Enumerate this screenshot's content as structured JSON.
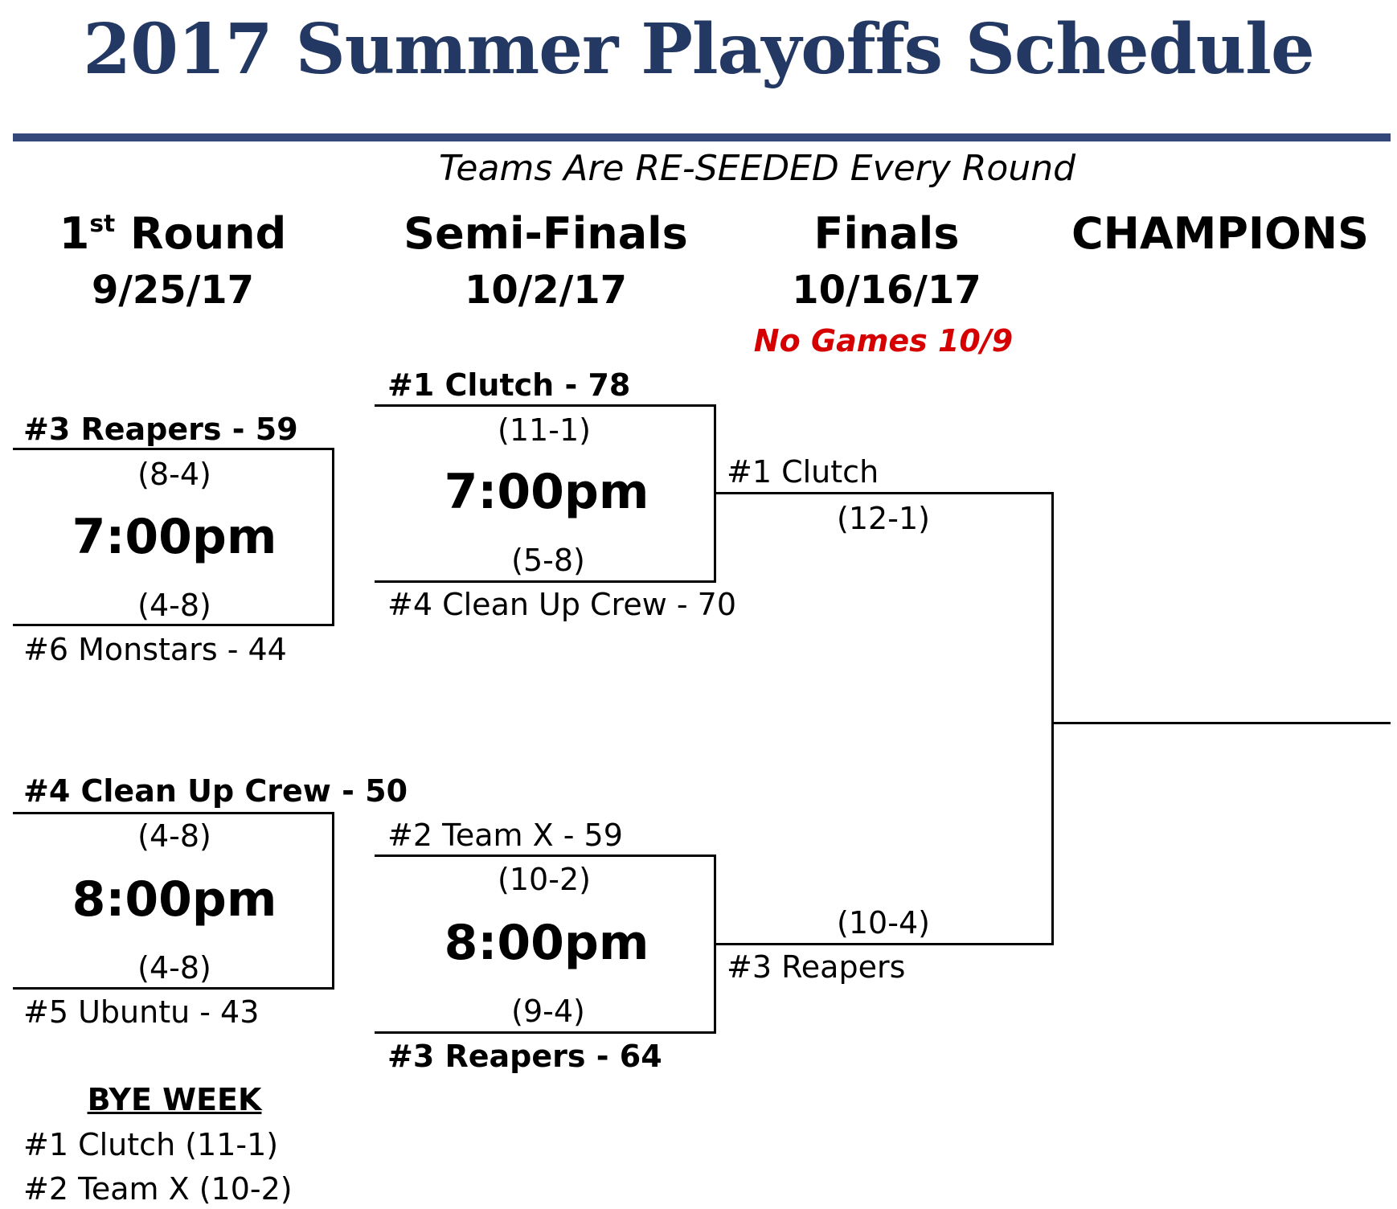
{
  "title": "2017 Summer Playoffs Schedule",
  "subtitle": "Teams Are RE-SEEDED Every Round",
  "rounds": [
    {
      "label_main": "1",
      "label_sup": "st",
      "label_rest": " Round",
      "date": "9/25/17"
    },
    {
      "label": "Semi-Finals",
      "date": "10/2/17"
    },
    {
      "label": "Finals",
      "date": "10/16/17",
      "note": "No Games 10/9"
    },
    {
      "label": "CHAMPIONS"
    }
  ],
  "colors": {
    "title": "#233862",
    "rule": "#34497a",
    "note": "#d60000"
  },
  "first_round": [
    {
      "top_team": "#3 Reapers - 59",
      "top_record": "(8-4)",
      "time": "7:00pm",
      "bottom_record": "(4-8)",
      "bottom_team": "#6 Monstars - 44"
    },
    {
      "top_team": "#4 Clean Up Crew - 50",
      "top_record": "(4-8)",
      "time": "8:00pm",
      "bottom_record": "(4-8)",
      "bottom_team": "#5 Ubuntu - 43"
    }
  ],
  "bye_week": {
    "label": "BYE WEEK",
    "teams": [
      "#1 Clutch (11-1)",
      "#2 Team X (10-2)"
    ]
  },
  "semi_finals": [
    {
      "top_team": "#1 Clutch - 78",
      "top_record": "(11-1)",
      "time": "7:00pm",
      "bottom_record": "(5-8)",
      "bottom_team": "#4 Clean Up Crew - 70"
    },
    {
      "top_team": "#2 Team X - 59",
      "top_record": "(10-2)",
      "time": "8:00pm",
      "bottom_record": "(9-4)",
      "bottom_team": "#3 Reapers - 64"
    }
  ],
  "finals": [
    {
      "team": "#1 Clutch",
      "record": "(12-1)"
    },
    {
      "team": "#3 Reapers",
      "record": "(10-4)"
    }
  ]
}
